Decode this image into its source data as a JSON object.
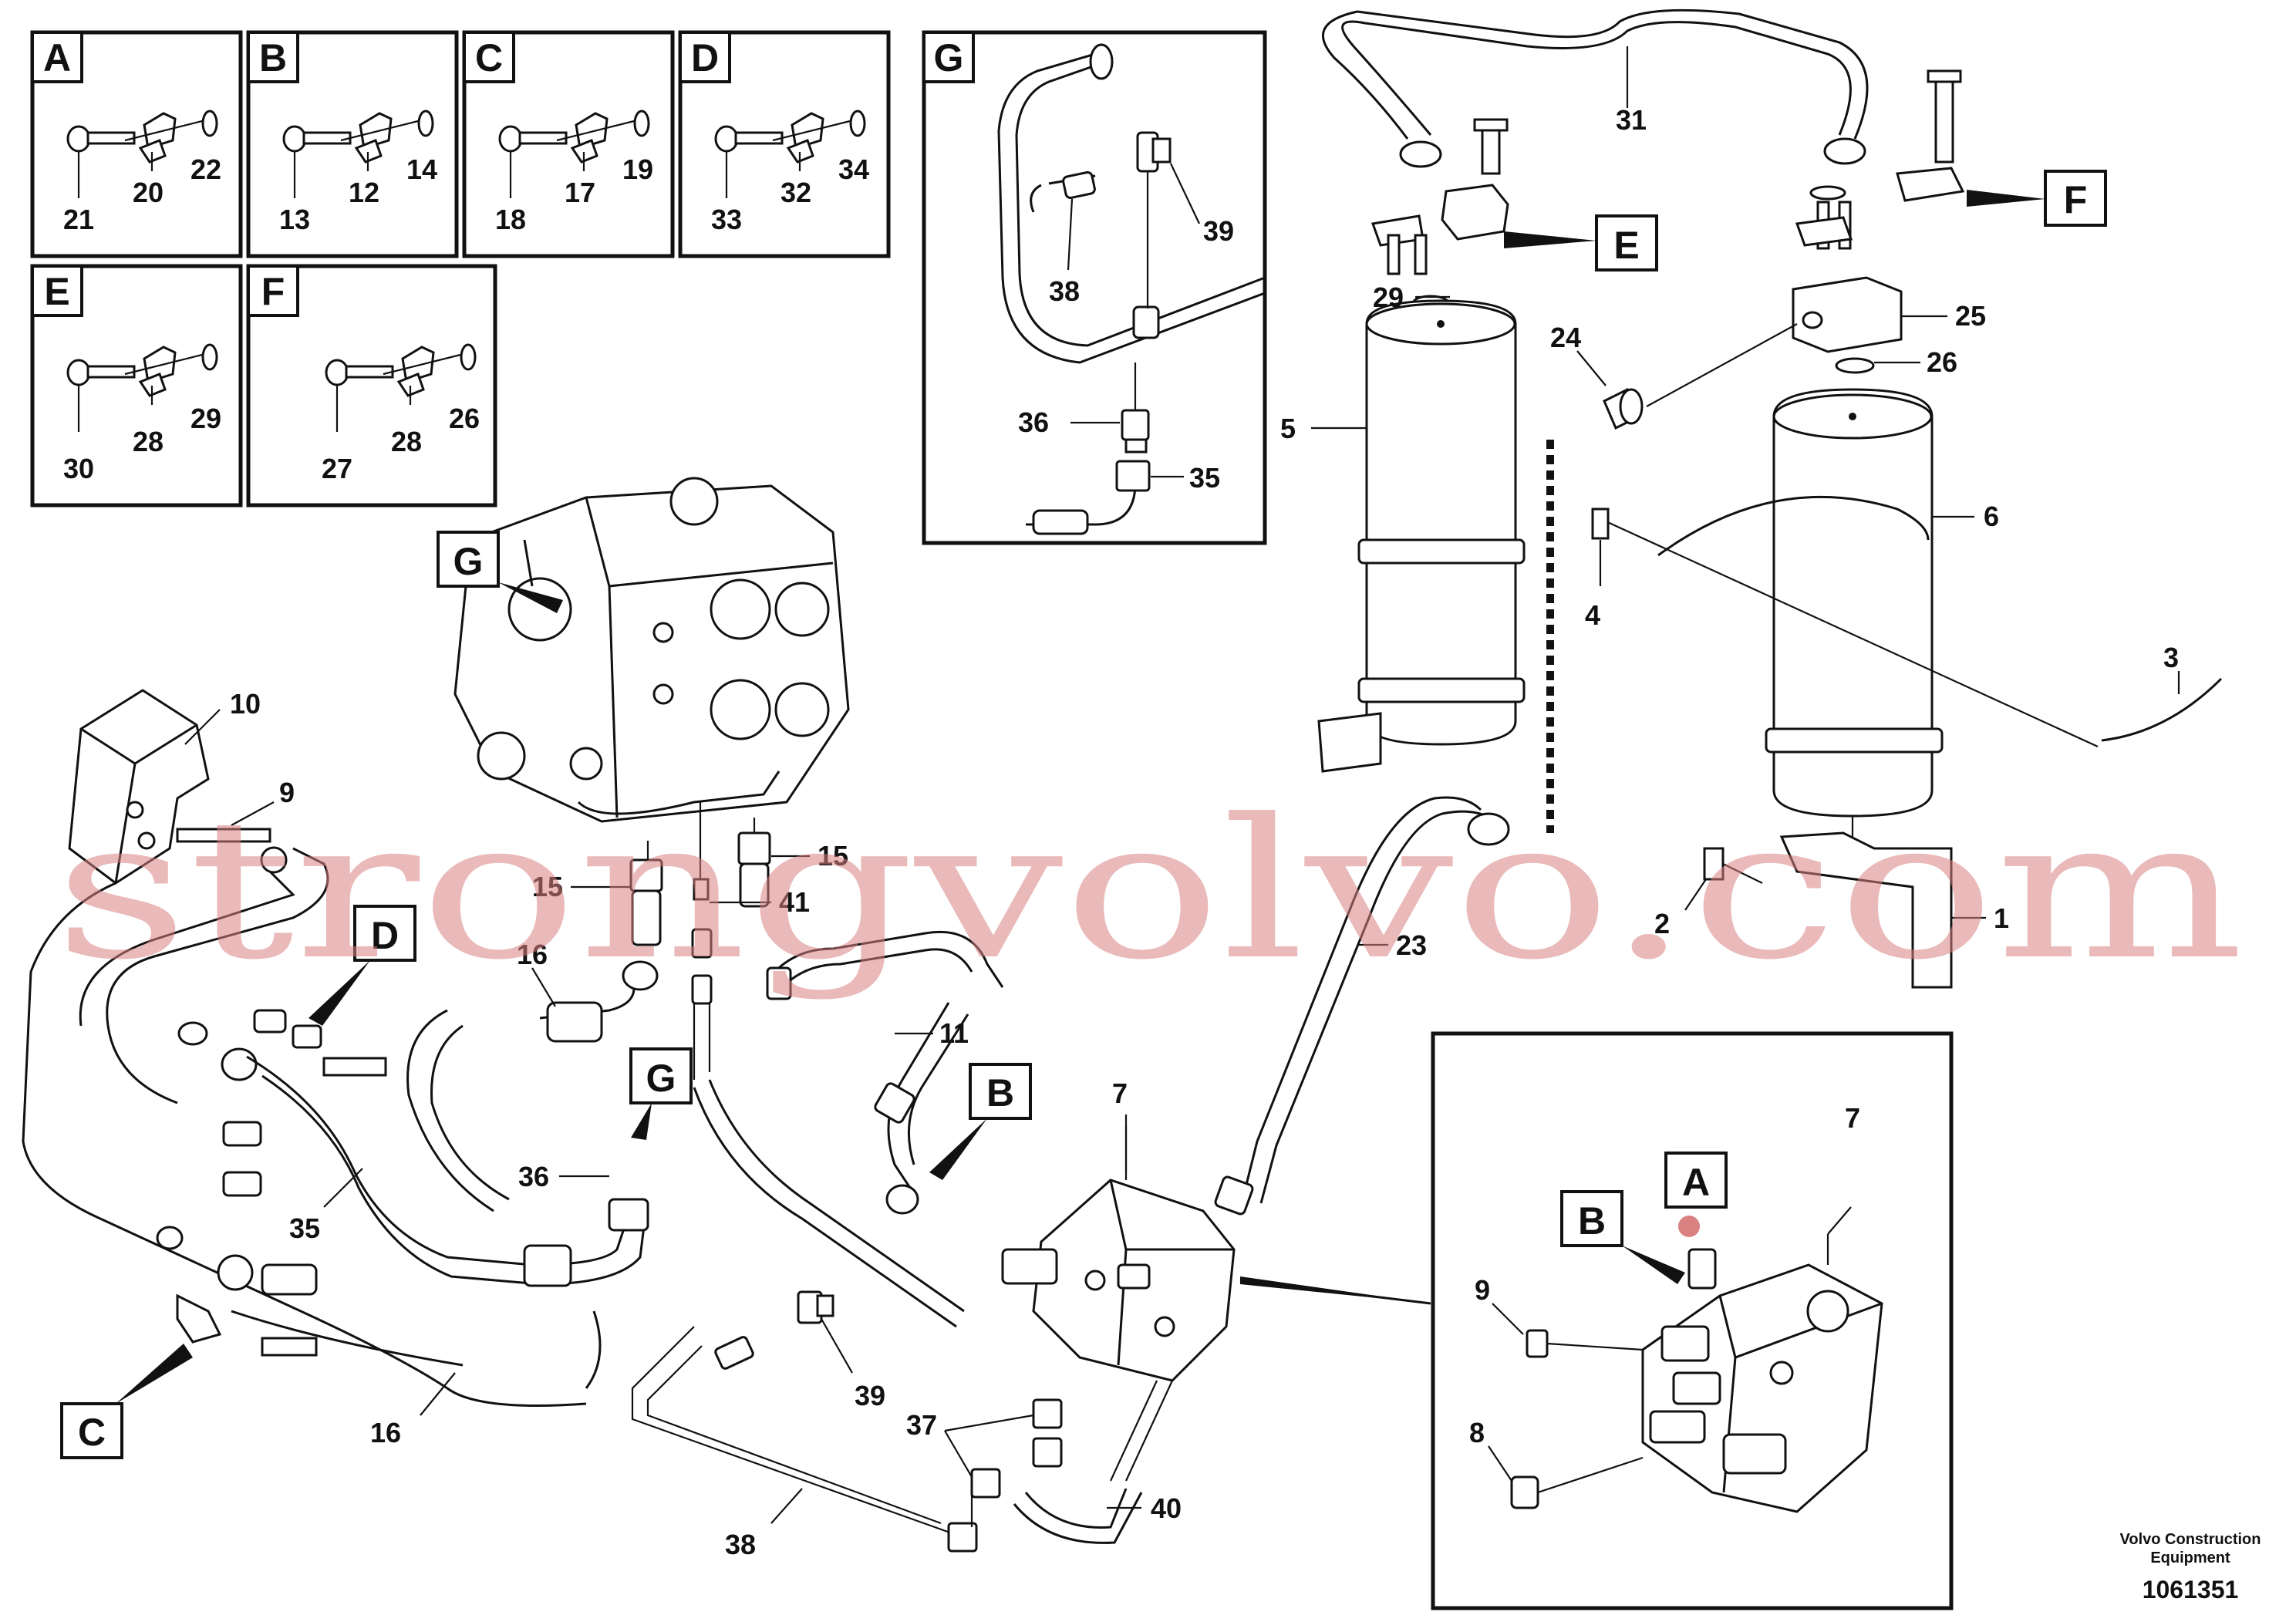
{
  "detail_boxes": [
    {
      "tag": "A",
      "numbers": [
        "21",
        "20",
        "22"
      ]
    },
    {
      "tag": "B",
      "numbers": [
        "13",
        "12",
        "14"
      ]
    },
    {
      "tag": "C",
      "numbers": [
        "18",
        "17",
        "19"
      ]
    },
    {
      "tag": "D",
      "numbers": [
        "33",
        "32",
        "34"
      ]
    },
    {
      "tag": "E",
      "numbers": [
        "30",
        "28",
        "29"
      ]
    },
    {
      "tag": "F",
      "numbers": [
        "27",
        "28",
        "26"
      ]
    }
  ],
  "detail_g": {
    "tag": "G",
    "numbers": [
      "39",
      "38",
      "36",
      "35"
    ]
  },
  "callout_tags": {
    "g_valve": "G",
    "d": "D",
    "g_lower": "G",
    "b": "B",
    "c": "C",
    "e": "E",
    "f": "F",
    "inset_a": "A",
    "inset_b": "B"
  },
  "part_labels": {
    "p31": "31",
    "p29": "29",
    "p5": "5",
    "p24": "24",
    "p25": "25",
    "p26": "26",
    "p6": "6",
    "p4": "4",
    "p3": "3",
    "p2": "2",
    "p1": "1",
    "p10": "10",
    "p9": "9",
    "p15a": "15",
    "p15b": "15",
    "p41": "41",
    "p16a": "16",
    "p11": "11",
    "p23": "23",
    "p7": "7",
    "p36": "36",
    "p35": "35",
    "p16b": "16",
    "p39": "39",
    "p37": "37",
    "p40": "40",
    "p38": "38",
    "i7": "7",
    "i9": "9",
    "i8": "8"
  },
  "watermark": "strongvolvo.com",
  "footer": {
    "company_line1": "Volvo Construction",
    "company_line2": "Equipment",
    "drawing_number": "1061351"
  }
}
